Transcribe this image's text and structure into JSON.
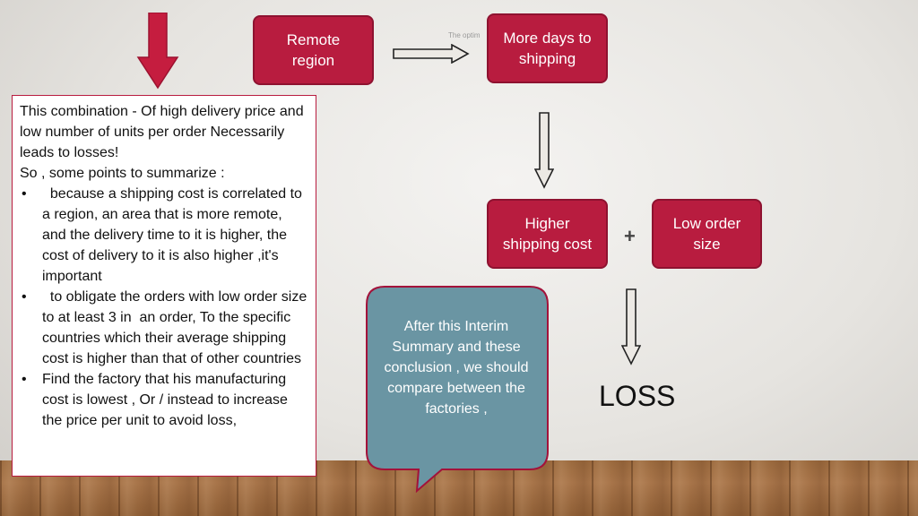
{
  "flow": {
    "remote_region": "Remote region",
    "more_days": "More days to shipping",
    "higher_cost": "Higher shipping cost",
    "low_order": "Low order size",
    "plus": "+",
    "loss": "LOSS",
    "faint_text": "The optim"
  },
  "summary": {
    "line1": "This combination - Of high delivery price and low number of units per order Necessarily leads to losses!",
    "line2": "So , some points to summarize :",
    "bullets": [
      "  because a shipping cost is correlated to a region, an area that is more remote, and the delivery time to it is higher, the cost of delivery to it is also higher ,it's important",
      "  to obligate the orders with low order size to at least 3 in  an order, To the specific countries which their average shipping cost is higher than that of other countries",
      "Find the factory that  his manufacturing cost is lowest , Or / instead to increase the price per unit to avoid loss,"
    ]
  },
  "callout": {
    "text": "After this Interim Summary  and these conclusion , we should compare between the factories ,"
  },
  "colors": {
    "box_fill": "#b81c3f",
    "callout_fill": "#6a95a3",
    "arrow_fill": "#c51d3f"
  }
}
